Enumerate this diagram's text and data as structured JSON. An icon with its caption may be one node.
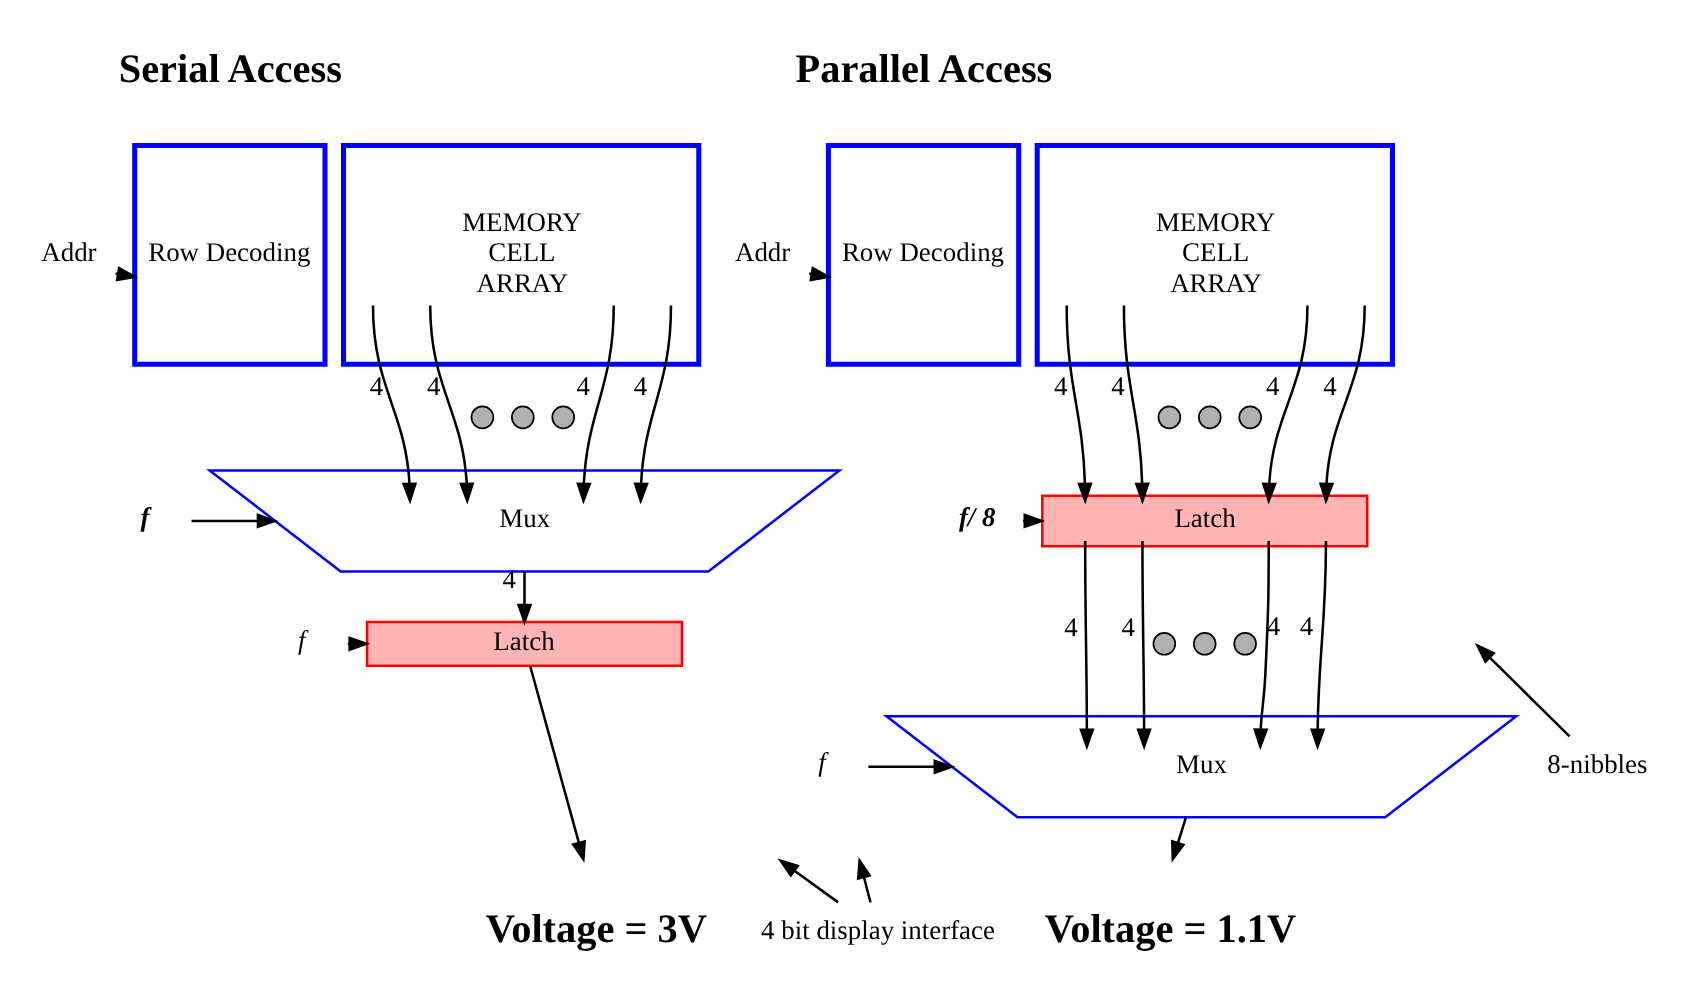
{
  "diagram": {
    "nodes": [
      {
        "text": [
          "Addr"
        ]
      },
      {
        "text": [
          "Row Decoding"
        ]
      },
      {
        "text": [
          "MEMORY CELL ARRAY"
        ]
      },
      {
        "text": [],
        "shape": "circle"
      },
      {
        "text": [],
        "shape": "circle"
      },
      {
        "text": [],
        "shape": "circle"
      },
      {
        "text": [
          "Mux"
        ]
      },
      {
        "text": [
          "f"
        ]
      },
      {
        "text": [
          "Latch"
        ]
      },
      {
        "text": [
          "f"
        ]
      },
      {
        "text": [
          "4 bit display interface"
        ]
      },
      {
        "text": [
          "Addr"
        ]
      },
      {
        "text": [
          "Row Decoding"
        ]
      },
      {
        "text": [
          "MEMORY CELL ARRAY"
        ]
      },
      {
        "text": [],
        "shape": "circle"
      },
      {
        "text": [],
        "shape": "circle"
      },
      {
        "text": [],
        "shape": "circle"
      },
      {
        "text": [
          "Latch"
        ]
      },
      {
        "text": [
          "f/ 8"
        ]
      },
      {
        "text": [],
        "shape": "circle"
      },
      {
        "text": [],
        "shape": "circle"
      },
      {
        "text": [],
        "shape": "circle"
      },
      {
        "text": [
          "Mux"
        ]
      },
      {
        "text": [
          "f"
        ]
      },
      {
        "text": [
          "8-nibbles"
        ]
      }
    ],
    "edges": [
      {
        "from": 0,
        "to": 1,
        "arrow": "to"
      },
      {
        "from": 2,
        "to": 6,
        "arrow": "to",
        "label": "4"
      },
      {
        "from": 2,
        "to": 6,
        "arrow": "to",
        "label": "4"
      },
      {
        "from": 2,
        "to": 6,
        "arrow": "to",
        "label": "4"
      },
      {
        "from": 2,
        "to": 6,
        "arrow": "to",
        "label": "4"
      },
      {
        "from": 7,
        "to": 6,
        "arrow": "to"
      },
      {
        "from": 6,
        "to": 8,
        "arrow": "to",
        "label": "4"
      },
      {
        "from": 9,
        "to": 8,
        "arrow": "to"
      },
      {
        "from": 8,
        "to": null,
        "arrow": "to"
      },
      {
        "from": 10,
        "to": null,
        "arrow": "to"
      },
      {
        "from": 10,
        "to": null,
        "arrow": "to"
      },
      {
        "from": 11,
        "to": 12,
        "arrow": "to"
      },
      {
        "from": 13,
        "to": 17,
        "arrow": "to",
        "label": "4"
      },
      {
        "from": 13,
        "to": 17,
        "arrow": "to",
        "label": "4"
      },
      {
        "from": 13,
        "to": 17,
        "arrow": "to",
        "label": "4"
      },
      {
        "from": 13,
        "to": 17,
        "arrow": "to",
        "label": "4"
      },
      {
        "from": 18,
        "to": 17,
        "arrow": "to"
      },
      {
        "from": 17,
        "to": 22,
        "arrow": "to",
        "label": "4"
      },
      {
        "from": 17,
        "to": 22,
        "arrow": "to",
        "label": "4"
      },
      {
        "from": 17,
        "to": 22,
        "arrow": "to",
        "label": "4"
      },
      {
        "from": 17,
        "to": 22,
        "arrow": "to",
        "label": "4"
      },
      {
        "from": 23,
        "to": 22,
        "arrow": "to"
      },
      {
        "from": 22,
        "to": null,
        "arrow": "to"
      },
      {
        "from": 24,
        "to": null,
        "arrow": "to"
      }
    ],
    "labels": [
      "Serial Access",
      "Parallel Access",
      "Voltage = 3V",
      "Voltage = 1.1V"
    ]
  }
}
